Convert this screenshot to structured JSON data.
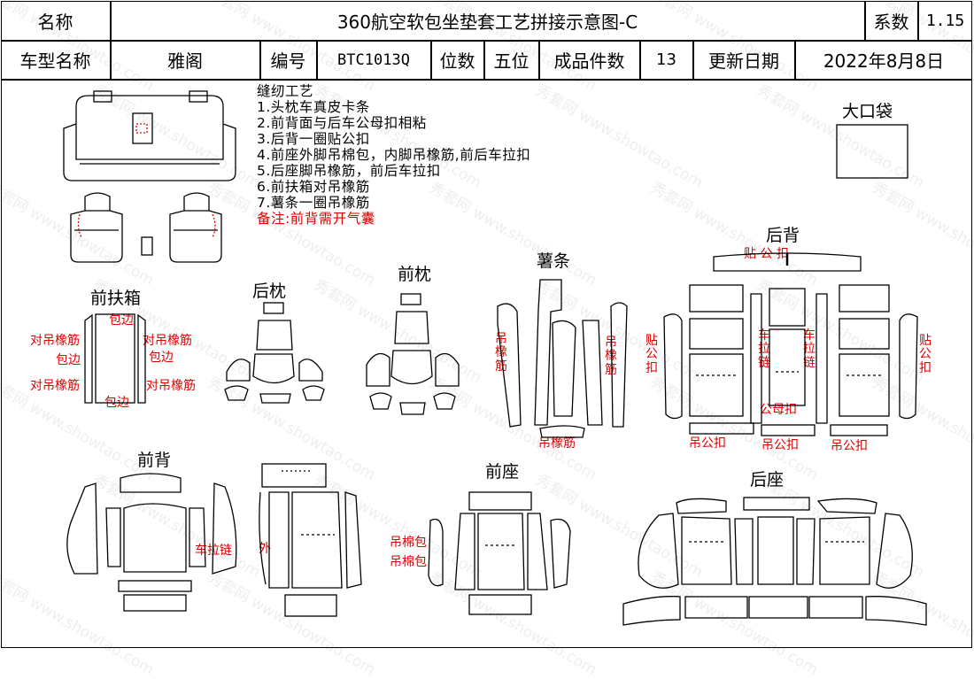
{
  "header": {
    "name_label": "名称",
    "title": "360航空软包坐垫套工艺拼接示意图-C",
    "coef_label": "系数",
    "coef_value": "1.15",
    "model_label": "车型名称",
    "model_value": "雅阁",
    "code_label": "编号",
    "code_value": "BTC1013Q",
    "seats_label": "位数",
    "seats_value": "五位",
    "pieces_label": "成品件数",
    "pieces_value": "13",
    "update_label": "更新日期",
    "update_value": "2022年8月8日"
  },
  "process": {
    "heading": "缝纫工艺",
    "steps": [
      "1.头枕车真皮卡条",
      "2.前背面与后车公母扣相粘",
      "3.后背一圈贴公扣",
      "4.前座外脚吊棉包，内脚吊橡筋,前后车拉扣",
      "5.后座脚吊橡筋，前后车拉扣",
      "6.前扶箱对吊橡筋",
      "7.薯条一圈吊橡筋"
    ],
    "note": "备注:前背需开气囊"
  },
  "sections": {
    "big_bag": "大口袋",
    "front_armrest": "前扶箱",
    "rear_headrest": "后枕",
    "front_headrest": "前枕",
    "fries": "薯条",
    "rear_back": "后背",
    "front_back": "前背",
    "front_seat": "前座",
    "rear_seat": "后座"
  },
  "annotations": {
    "armrest_a": "对吊橡筋",
    "armrest_b": "包边",
    "armrest_c": "包边",
    "armrest_d": "对吊橡筋",
    "armrest_e": "对吊橡筋",
    "armrest_f": "包边",
    "armrest_g": "包边",
    "armrest_h": "对吊橡筋",
    "fries_left": "吊橡筋",
    "fries_right": "吊橡筋",
    "fries_bottom": "吊橡筋",
    "rear_back_top": "贴 公 扣",
    "rear_back_left": "贴公扣",
    "rear_back_right": "贴公扣",
    "car_pull_a": "车拉链",
    "car_pull_b": "车拉链",
    "male_female": "公母扣",
    "hang_male_a": "吊公扣",
    "hang_male_b": "吊公扣",
    "hang_male_c": "吊公扣",
    "front_back_zip": "车拉链",
    "front_back_out": "外",
    "front_seat_a": "吊棉包",
    "front_seat_b": "吊棉包"
  },
  "watermark": [
    "秀套网 www.showtao.com"
  ]
}
